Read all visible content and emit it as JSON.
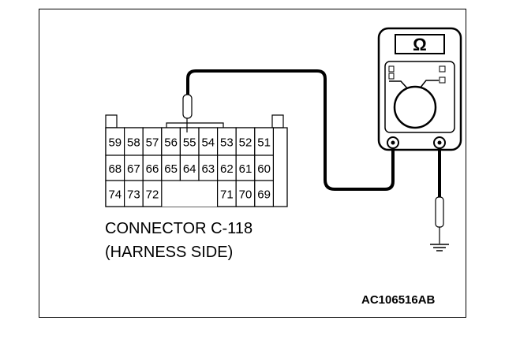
{
  "connector": {
    "row1": [
      "59",
      "58",
      "57",
      "56",
      "55",
      "54",
      "53",
      "52",
      "51"
    ],
    "row2": [
      "68",
      "67",
      "66",
      "65",
      "64",
      "63",
      "62",
      "61",
      "60"
    ],
    "row3_left": [
      "74",
      "73",
      "72"
    ],
    "row3_right": [
      "71",
      "70",
      "69"
    ],
    "name": "CONNECTOR C-118",
    "side": "(HARNESS SIDE)"
  },
  "meter": {
    "symbol": "Ω",
    "icon": "ohmmeter-icon"
  },
  "figure_id": "AC106516AB",
  "colors": {
    "line": "#000000",
    "background": "#ffffff"
  }
}
